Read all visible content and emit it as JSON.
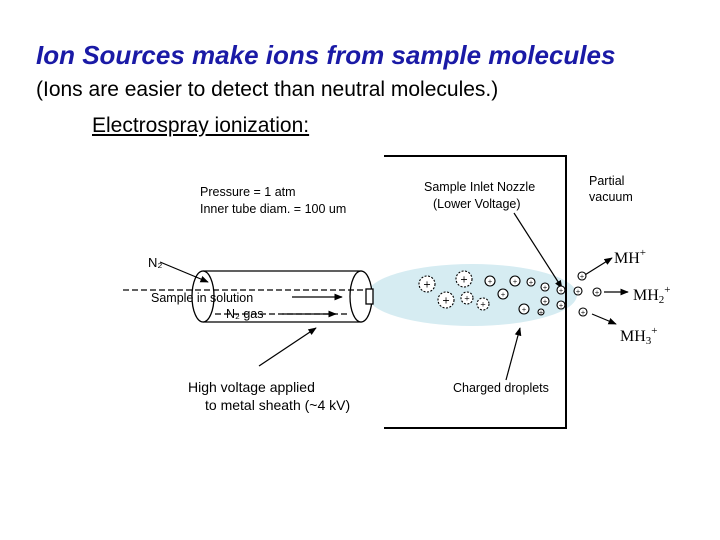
{
  "slide": {
    "title": "Ion Sources make ions from sample molecules",
    "subtitle": "(Ions are easier to detect than neutral molecules.)",
    "section_heading": "Electrospray ionization:"
  },
  "diagram": {
    "pressure": "Pressure = 1 atm",
    "tube_diameter": "Inner tube diam. = 100 um",
    "nozzle_line1": "Sample Inlet Nozzle",
    "nozzle_line2": "(Lower Voltage)",
    "vacuum_line1": "Partial",
    "vacuum_line2": "vacuum",
    "n2_label": "N₂",
    "sample_solution": "Sample in solution",
    "n2_gas": "N₂ gas",
    "hv_line1": "High voltage applied",
    "hv_line2": "to metal sheath (~4 kV)",
    "droplets": "Charged droplets",
    "ion1_base": "MH",
    "ion1_charge": "+",
    "ion2_base": "MH",
    "ion2_sub": "2",
    "ion2_charge": "+",
    "ion3_base": "MH",
    "ion3_sub": "3",
    "ion3_charge": "+",
    "droplet_symbol": "+"
  },
  "colors": {
    "title": "#1a1aa6",
    "spray_plume": "#d6ecf2",
    "lines": "#000000"
  }
}
